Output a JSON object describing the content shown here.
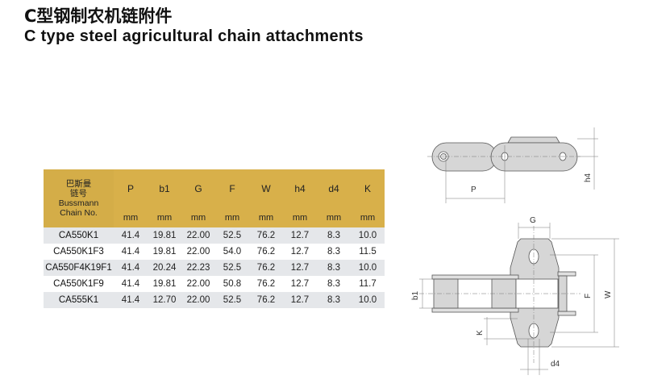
{
  "title_cn": "C型钢制农机链附件",
  "title_en": "C type steel agricultural chain attachments",
  "table": {
    "header_cn1": "巴斯曼",
    "header_cn2": "链号",
    "header_en1": "Bussmann",
    "header_en2": "Chain No.",
    "columns": [
      "P",
      "b1",
      "G",
      "F",
      "W",
      "h4",
      "d4",
      "K"
    ],
    "unit": "mm",
    "rows": [
      [
        "CA550K1",
        "41.4",
        "19.81",
        "22.00",
        "52.5",
        "76.2",
        "12.7",
        "8.3",
        "10.0"
      ],
      [
        "CA550K1F3",
        "41.4",
        "19.81",
        "22.00",
        "54.0",
        "76.2",
        "12.7",
        "8.3",
        "11.5"
      ],
      [
        "CA550F4K19F1",
        "41.4",
        "20.24",
        "22.23",
        "52.5",
        "76.2",
        "12.7",
        "8.3",
        "10.0"
      ],
      [
        "CA550K1F9",
        "41.4",
        "19.81",
        "22.00",
        "50.8",
        "76.2",
        "12.7",
        "8.3",
        "11.7"
      ],
      [
        "CA555K1",
        "41.4",
        "12.70",
        "22.00",
        "52.5",
        "76.2",
        "12.7",
        "8.3",
        "10.0"
      ]
    ]
  },
  "diagram": {
    "P": "P",
    "h4": "h4",
    "G": "G",
    "b1": "b1",
    "F": "F",
    "W": "W",
    "K": "K",
    "d4": "d4"
  }
}
